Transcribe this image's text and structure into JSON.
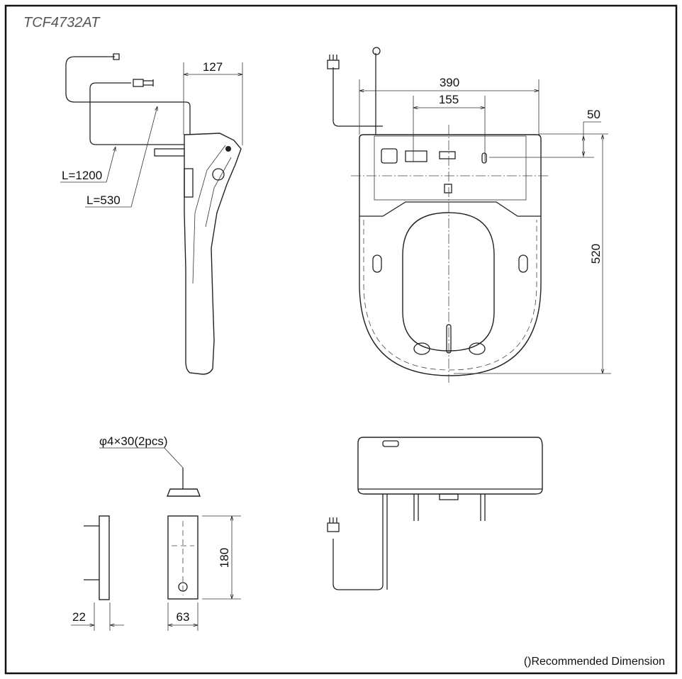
{
  "title": "TCF4732AT",
  "footer_note": "()Recommended Dimension",
  "side_view": {
    "depth_dim": "127",
    "cable_long": "L=1200",
    "cable_short": "L=530"
  },
  "top_view": {
    "width_dim": "390",
    "bolt_spacing_dim": "155",
    "bolt_offset_dim": "50",
    "length_dim": "520"
  },
  "bracket": {
    "screw_label": "φ4×30(2pcs)",
    "thickness_dim": "22",
    "width_dim": "63",
    "height_dim": "180"
  }
}
